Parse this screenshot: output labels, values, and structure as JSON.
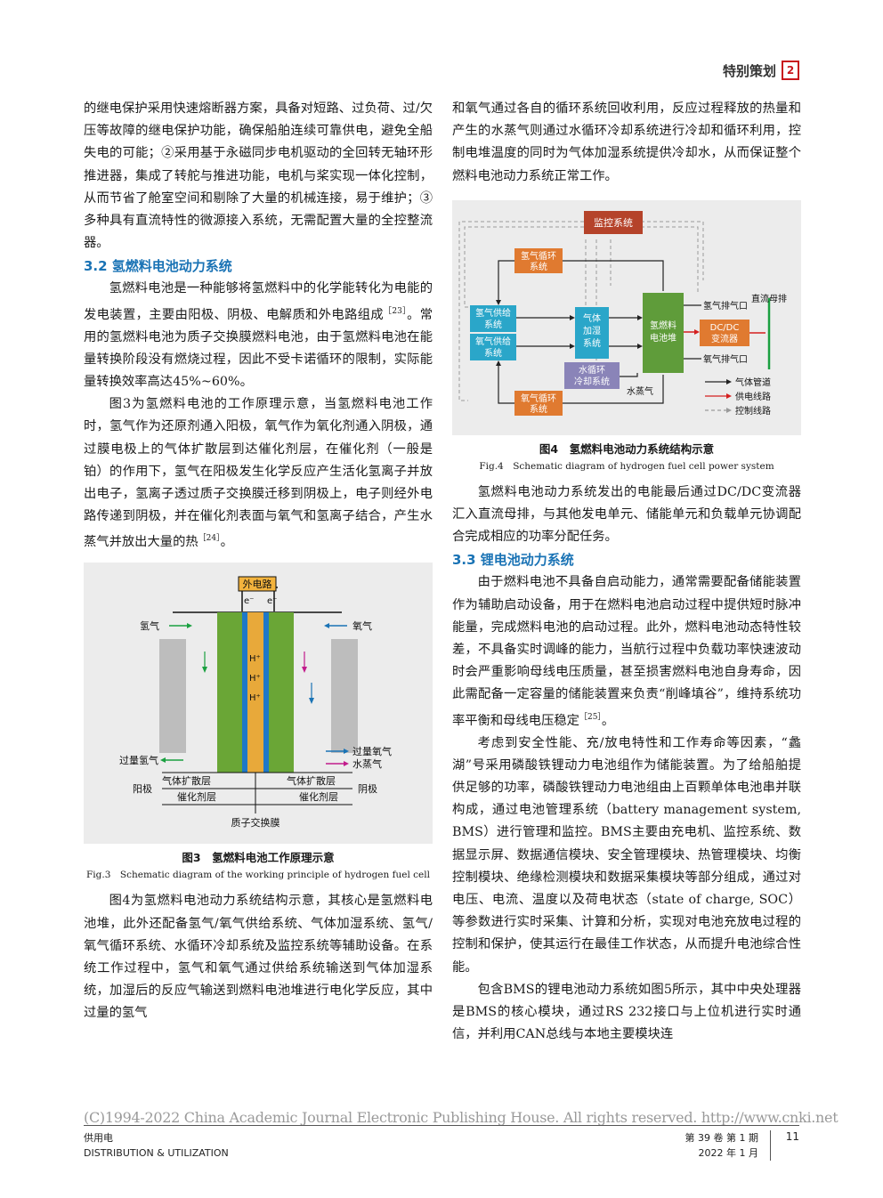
{
  "header": {
    "section": "特别策划",
    "num": "2"
  },
  "left_col": {
    "p1": "的继电保护采用快速熔断器方案，具备对短路、过负荷、过/欠压等故障的继电保护功能，确保船舶连续可靠供电，避免全船失电的可能；②采用基于永磁同步电机驱动的全回转无轴环形推进器，集成了转舵与推进功能，电机与桨实现一体化控制，从而节省了舱室空间和剔除了大量的机械连接，易于维护；③多种具有直流特性的微源接入系统，无需配置大量的全控整流器。",
    "h32": "3.2  氢燃料电池动力系统",
    "p2a": "氢燃料电池是一种能够将氢燃料中的化学能转化为电能的发电装置，主要由阳极、阴极、电解质和外电路组成",
    "p2_ref": "［23］",
    "p2b": "。常用的氢燃料电池为质子交换膜燃料电池，由于氢燃料电池在能量转换阶段没有燃烧过程，因此不受卡诺循环的限制，实际能量转换效率高达45%~60%。",
    "p3a": "图3为氢燃料电池的工作原理示意，当氢燃料电池工作时，氢气作为还原剂通入阳极，氧气作为氧化剂通入阴极，通过膜电极上的气体扩散层到达催化剂层，在催化剂（一般是铂）的作用下，氢气在阳极发生化学反应产生活化氢离子并放出电子，氢离子透过质子交换膜迁移到阴极上，电子则经外电路传递到阴极，并在催化剂表面与氧气和氢离子结合，产生水蒸气并放出大量的热",
    "p3_ref": "［24］",
    "p3b": "。",
    "p4": "图4为氢燃料电池动力系统结构示意，其核心是氢燃料电池堆，此外还配备氢气/氧气供给系统、气体加湿系统、氢气/氧气循环系统、水循环冷却系统及监控系统等辅助设备。在系统工作过程中，氢气和氧气通过供给系统输送到气体加湿系统，加湿后的反应气输送到燃料电池堆进行电化学反应，其中过量的氢气"
  },
  "fig3": {
    "external_circuit": "外电路",
    "e_left": "e⁻",
    "e_right": "e⁻",
    "hydrogen": "氢气",
    "oxygen": "氧气",
    "h_plus": "H⁺",
    "excess_h2": "过量氢气",
    "excess_o2": "过量氧气",
    "water_vapor": "水蒸气",
    "anode": "阳极",
    "cathode": "阴极",
    "gdl_left": "气体扩散层",
    "gdl_right": "气体扩散层",
    "cat_left": "催化剂层",
    "cat_right": "催化剂层",
    "pem": "质子交换膜",
    "caption_cn": "图3　氢燃料电池工作原理示意",
    "caption_en": "Fig.3　Schematic diagram of the working principle of hydrogen fuel cell"
  },
  "right_col": {
    "p1": "和氧气通过各自的循环系统回收利用，反应过程释放的热量和产生的水蒸气则通过水循环冷却系统进行冷却和循环利用，控制电堆温度的同时为气体加湿系统提供冷却水，从而保证整个燃料电池动力系统正常工作。",
    "p2": "氢燃料电池动力系统发出的电能最后通过DC/DC变流器汇入直流母排，与其他发电单元、储能单元和负载单元协调配合完成相应的功率分配任务。",
    "h33": "3.3  锂电池动力系统",
    "p3a": "由于燃料电池不具备自启动能力，通常需要配备储能装置作为辅助启动设备，用于在燃料电池启动过程中提供短时脉冲能量，完成燃料电池的启动过程。此外，燃料电池动态特性较差，不具备实时调峰的能力，当航行过程中负载功率快速波动时会严重影响母线电压质量，甚至损害燃料电池自身寿命，因此需配备一定容量的储能装置来负责“削峰填谷”，维持系统功率平衡和母线电压稳定",
    "p3_ref": "［25］",
    "p3b": "。",
    "p4": "考虑到安全性能、充/放电特性和工作寿命等因素，“蠡湖”号采用磷酸铁锂动力电池组作为储能装置。为了给船舶提供足够的功率，磷酸铁锂动力电池组由上百颗单体电池串并联构成，通过电池管理系统（battery management system, BMS）进行管理和监控。BMS主要由充电机、监控系统、数据显示屏、数据通信模块、安全管理模块、热管理模块、均衡控制模块、绝缘检测模块和数据采集模块等部分组成，通过对电压、电流、温度以及荷电状态（state of charge, SOC）等参数进行实时采集、计算和分析，实现对电池充放电过程的控制和保护，使其运行在最佳工作状态，从而提升电池综合性能。",
    "p5": "包含BMS的锂电池动力系统如图5所示，其中中央处理器是BMS的核心模块，通过RS 232接口与上位机进行实时通信，并利用CAN总线与本地主要模块连"
  },
  "fig4": {
    "monitor": "监控系统",
    "h2_loop_1": "氢气循环",
    "h2_loop_2": "系统",
    "h2_supply_1": "氢气供给",
    "h2_supply_2": "系统",
    "o2_supply_1": "氧气供给",
    "o2_supply_2": "系统",
    "humid_1": "气体",
    "humid_2": "加湿",
    "humid_3": "系统",
    "stack_1": "氢燃料",
    "stack_2": "电池堆",
    "dcdc_1": "DC/DC",
    "dcdc_2": "变流器",
    "water_1": "水循环",
    "water_2": "冷却系统",
    "o2_loop_1": "氧气循环",
    "o2_loop_2": "系统",
    "h2_exhaust": "氢气排气口",
    "o2_exhaust": "氧气排气口",
    "dc_bus": "直流母排",
    "vapor": "水蒸气",
    "legend_gas": "气体管道",
    "legend_power": "供电线路",
    "legend_ctrl": "控制线路",
    "caption_cn": "图4　氢燃料电池动力系统结构示意",
    "caption_en": "Fig.4　Schematic diagram of hydrogen fuel cell power system"
  },
  "copyright": "(C)1994-2022 China Academic Journal Electronic Publishing House. All rights reserved.    http://www.cnki.net",
  "footer": {
    "journal_cn": "供用电",
    "journal_en": "DISTRIBUTION & UTILIZATION",
    "issue": "第 39 卷  第 1 期",
    "date": "2022 年 1 月",
    "page": "11"
  },
  "colors": {
    "accent": "#1a73b5",
    "red": "#c8161d",
    "green": "#6aa636",
    "stack_green": "#5f9c3a"
  }
}
